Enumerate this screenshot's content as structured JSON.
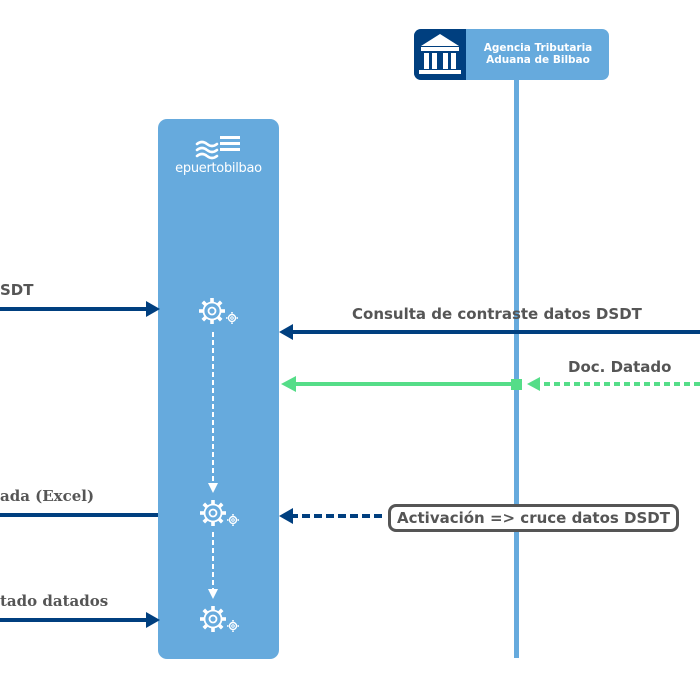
{
  "lifelines": {
    "puerto": {
      "logo_text": "epuertobilbao",
      "logo": "waves-logo-icon"
    },
    "aeat": {
      "line1": "Agencia Tributaria",
      "line2": "Aduana de Bilbao",
      "logo": "building-icon"
    }
  },
  "messages": [
    {
      "id": "dsdt-in",
      "label": "SDT",
      "direction": "incoming",
      "style": "solid"
    },
    {
      "id": "consulta",
      "label": "Consulta de contraste datos DSDT",
      "direction": "incoming",
      "style": "solid"
    },
    {
      "id": "doc-datado",
      "label": "Doc. Datado",
      "direction": "incoming",
      "style": "dashed"
    },
    {
      "id": "excel",
      "label": "ada (Excel)",
      "direction": "outgoing",
      "style": "solid"
    },
    {
      "id": "activacion",
      "label": "Activación => cruce datos DSDT",
      "direction": "incoming",
      "style": "dashed"
    },
    {
      "id": "resultado",
      "label": "tado datados",
      "direction": "incoming",
      "style": "solid"
    }
  ],
  "colors": {
    "blue_dark": "#003f7f",
    "blue_light": "#66aadd",
    "green": "#55dd88",
    "label": "#555555",
    "white": "#ffffff"
  },
  "icons": [
    "gears-icon",
    "gears-icon",
    "gears-icon"
  ]
}
